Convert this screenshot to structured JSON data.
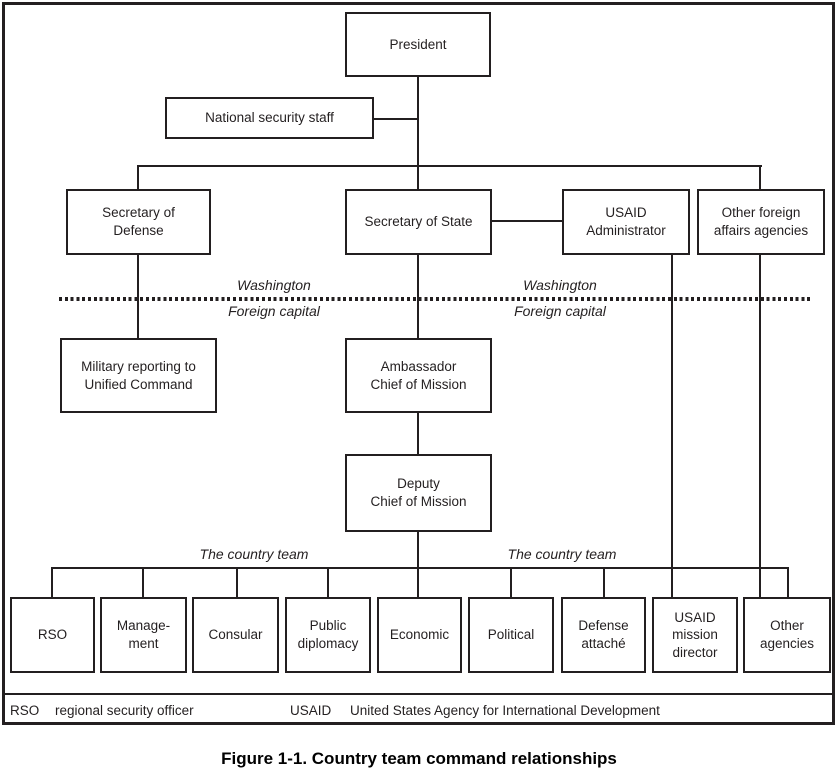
{
  "figure_caption": "Figure 1-1. Country team command relationships",
  "nodes": {
    "president": "President",
    "national_security_staff": "National security staff",
    "secretary_of_defense": "Secretary of\nDefense",
    "secretary_of_state": "Secretary of State",
    "usaid_administrator": "USAID\nAdministrator",
    "other_foreign_affairs_agencies": "Other foreign\naffairs agencies",
    "military_reporting": "Military reporting to\nUnified Command",
    "ambassador": "Ambassador\nChief of Mission",
    "deputy": "Deputy\nChief of Mission",
    "rso": "RSO",
    "management": "Manage-\nment",
    "consular": "Consular",
    "public_diplomacy": "Public\ndiplomacy",
    "economic": "Economic",
    "political": "Political",
    "defense_attache": "Defense\nattaché",
    "usaid_mission_director": "USAID\nmission\ndirector",
    "other_agencies": "Other\nagencies"
  },
  "region_labels": {
    "washington_left": "Washington",
    "foreign_capital_left": "Foreign capital",
    "washington_right": "Washington",
    "foreign_capital_right": "Foreign capital",
    "country_team_left": "The country team",
    "country_team_right": "The country team"
  },
  "legend": {
    "entries": [
      {
        "abbr": "RSO",
        "definition": "regional security officer"
      },
      {
        "abbr": "USAID",
        "definition": "United States Agency for International Development"
      }
    ]
  },
  "colors": {
    "line": "#231f20",
    "background": "#ffffff"
  }
}
